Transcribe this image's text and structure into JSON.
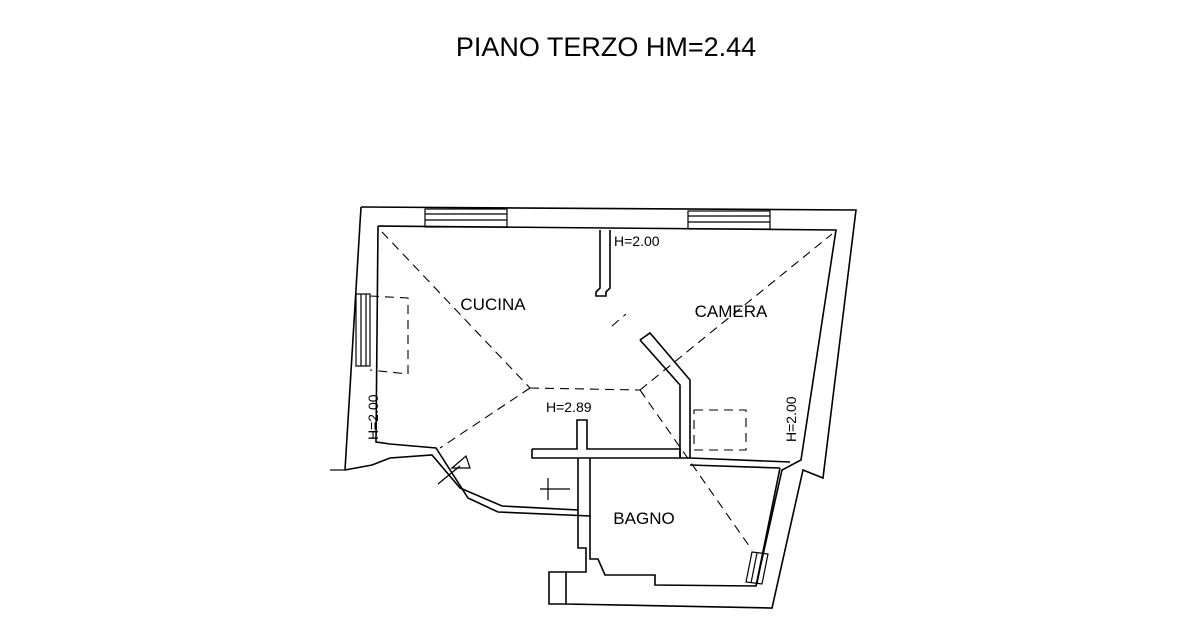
{
  "title": "PIANO TERZO HM=2.44",
  "rooms": {
    "cucina": "CUCINA",
    "camera": "CAMERA",
    "bagno": "BAGNO"
  },
  "heights": {
    "top_partition": "H=2.00",
    "center": "H=2.89",
    "left_wall": "H=2.00",
    "right_wall": "H=2.00"
  }
}
